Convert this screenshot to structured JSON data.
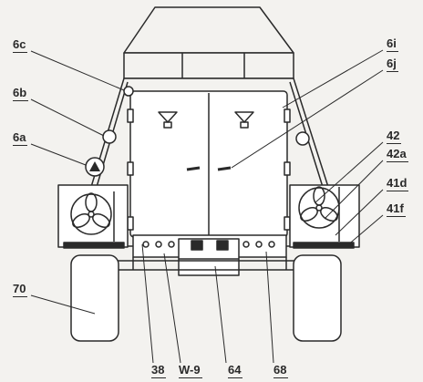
{
  "colors": {
    "ink": "#2a2a2a",
    "paper": "#f3f2ef",
    "fill_light": "#ffffff"
  },
  "callouts": {
    "c_6c": "6c",
    "c_6b": "6b",
    "c_6a": "6a",
    "c_6i": "6i",
    "c_6j": "6j",
    "c_42": "42",
    "c_42a": "42a",
    "c_41d": "41d",
    "c_41f": "41f",
    "c_70": "70",
    "c_38": "38",
    "c_w9": "W-9",
    "c_64": "64",
    "c_68": "68"
  }
}
